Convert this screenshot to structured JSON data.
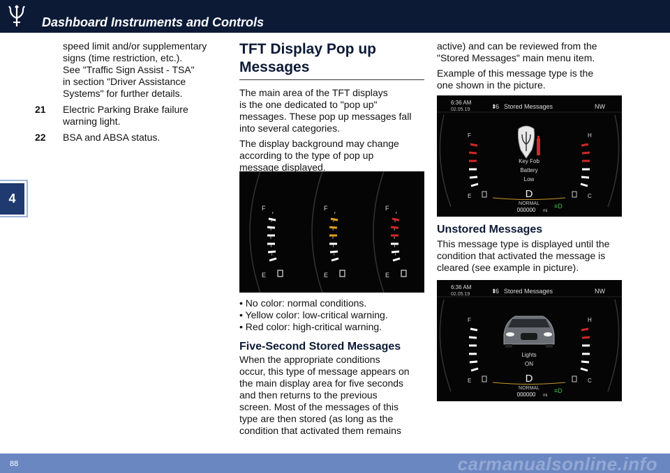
{
  "header": {
    "title": "Dashboard Instruments and Controls"
  },
  "chapter": "4",
  "footer": {
    "page": "88",
    "watermark": "carmanualsonline.info"
  },
  "col1": {
    "continuation": [
      "speed limit and/or supplementary",
      "signs (time restriction, etc.).",
      "See \"Traffic Sign Assist - TSA\"",
      "in section \"Driver Assistance",
      "Systems\" for further details."
    ],
    "items": [
      {
        "num": "21",
        "lines": [
          "Electric Parking Brake failure",
          "warning light."
        ]
      },
      {
        "num": "22",
        "lines": [
          "BSA and ABSA status."
        ]
      }
    ]
  },
  "col2": {
    "title_lines": [
      "TFT Display Pop up",
      "Messages"
    ],
    "p1": [
      "The main area of the TFT displays",
      "is the one dedicated to \"pop up\"",
      "messages. These pop up messages fall",
      "into several categories."
    ],
    "p2": [
      "The display background may change",
      "according to the type of pop up",
      "message displayed."
    ],
    "bullets": [
      "• No color: normal conditions.",
      "• Yellow color: low-critical warning.",
      "• Red color: high-critical warning."
    ],
    "h2": "Five-Second Stored Messages",
    "p3": [
      "When the appropriate conditions",
      "occur, this type of message appears on",
      "the main display area for five seconds",
      "and then returns to the previous",
      "screen. Most of the messages of this",
      "type are then stored (as long as the",
      "condition that activated them remains"
    ]
  },
  "col3": {
    "p1": [
      "active) and can be reviewed from the",
      "\"Stored Messages\" main menu item."
    ],
    "p2": [
      "Example of this message type is the",
      "one shown in the picture."
    ],
    "h2": "Unstored Messages",
    "p3": [
      "This message type is displayed until the",
      "condition that activated the message is",
      "cleared (see example in picture)."
    ]
  },
  "gauges": {
    "f_label": "F",
    "e_label": "E",
    "colors": [
      "#ffffff",
      "#e0a020",
      "#d02828"
    ]
  },
  "cluster1": {
    "time": "6:36 AM",
    "date": "02.05.19",
    "stored_count": "6",
    "menu": "Stored Messages",
    "heading": "NW",
    "msg_lines": [
      "Key Fob",
      "Battery",
      "Low"
    ],
    "gear": "D",
    "mode": "NORMAL",
    "odo": "000000",
    "unit": "mi",
    "f": "F",
    "e": "E",
    "h": "H",
    "c": "C"
  },
  "cluster2": {
    "time": "6:36 AM",
    "date": "02.05.19",
    "stored_count": "6",
    "menu": "Stored Messages",
    "heading": "NW",
    "msg_lines": [
      "Lights",
      "ON"
    ],
    "gear": "D",
    "mode": "NORMAL",
    "odo": "000000",
    "unit": "mi",
    "f": "F",
    "e": "E",
    "h": "H",
    "c": "C"
  }
}
